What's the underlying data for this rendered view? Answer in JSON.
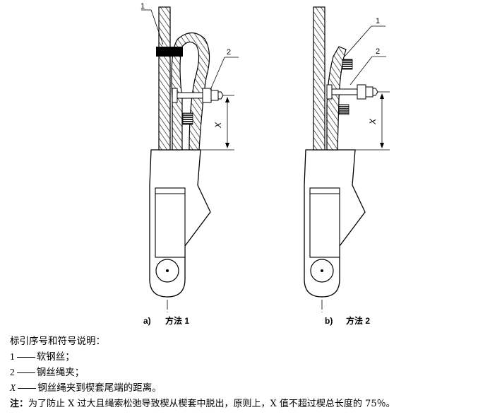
{
  "figure": {
    "panel_a": {
      "caption_letter": "a)",
      "caption_text": "方法 1",
      "callouts": [
        "1",
        "2"
      ],
      "dim_label": "X"
    },
    "panel_b": {
      "caption_letter": "b)",
      "caption_text": "方法 2",
      "callouts": [
        "1",
        "2"
      ],
      "dim_label": "X"
    }
  },
  "legend": {
    "heading": "标引序号和符号说明：",
    "items": [
      {
        "key": "1",
        "text": "软钢丝；"
      },
      {
        "key": "2",
        "text": "钢丝绳夹；"
      },
      {
        "key": "X",
        "text": "钢丝绳夹到楔套尾端的距离。"
      }
    ],
    "note_label": "注：",
    "note_text": "为了防止 X 过大且绳索松弛导致楔从楔套中脱出，原则上，X 值不超过楔总长度的 75％。"
  }
}
